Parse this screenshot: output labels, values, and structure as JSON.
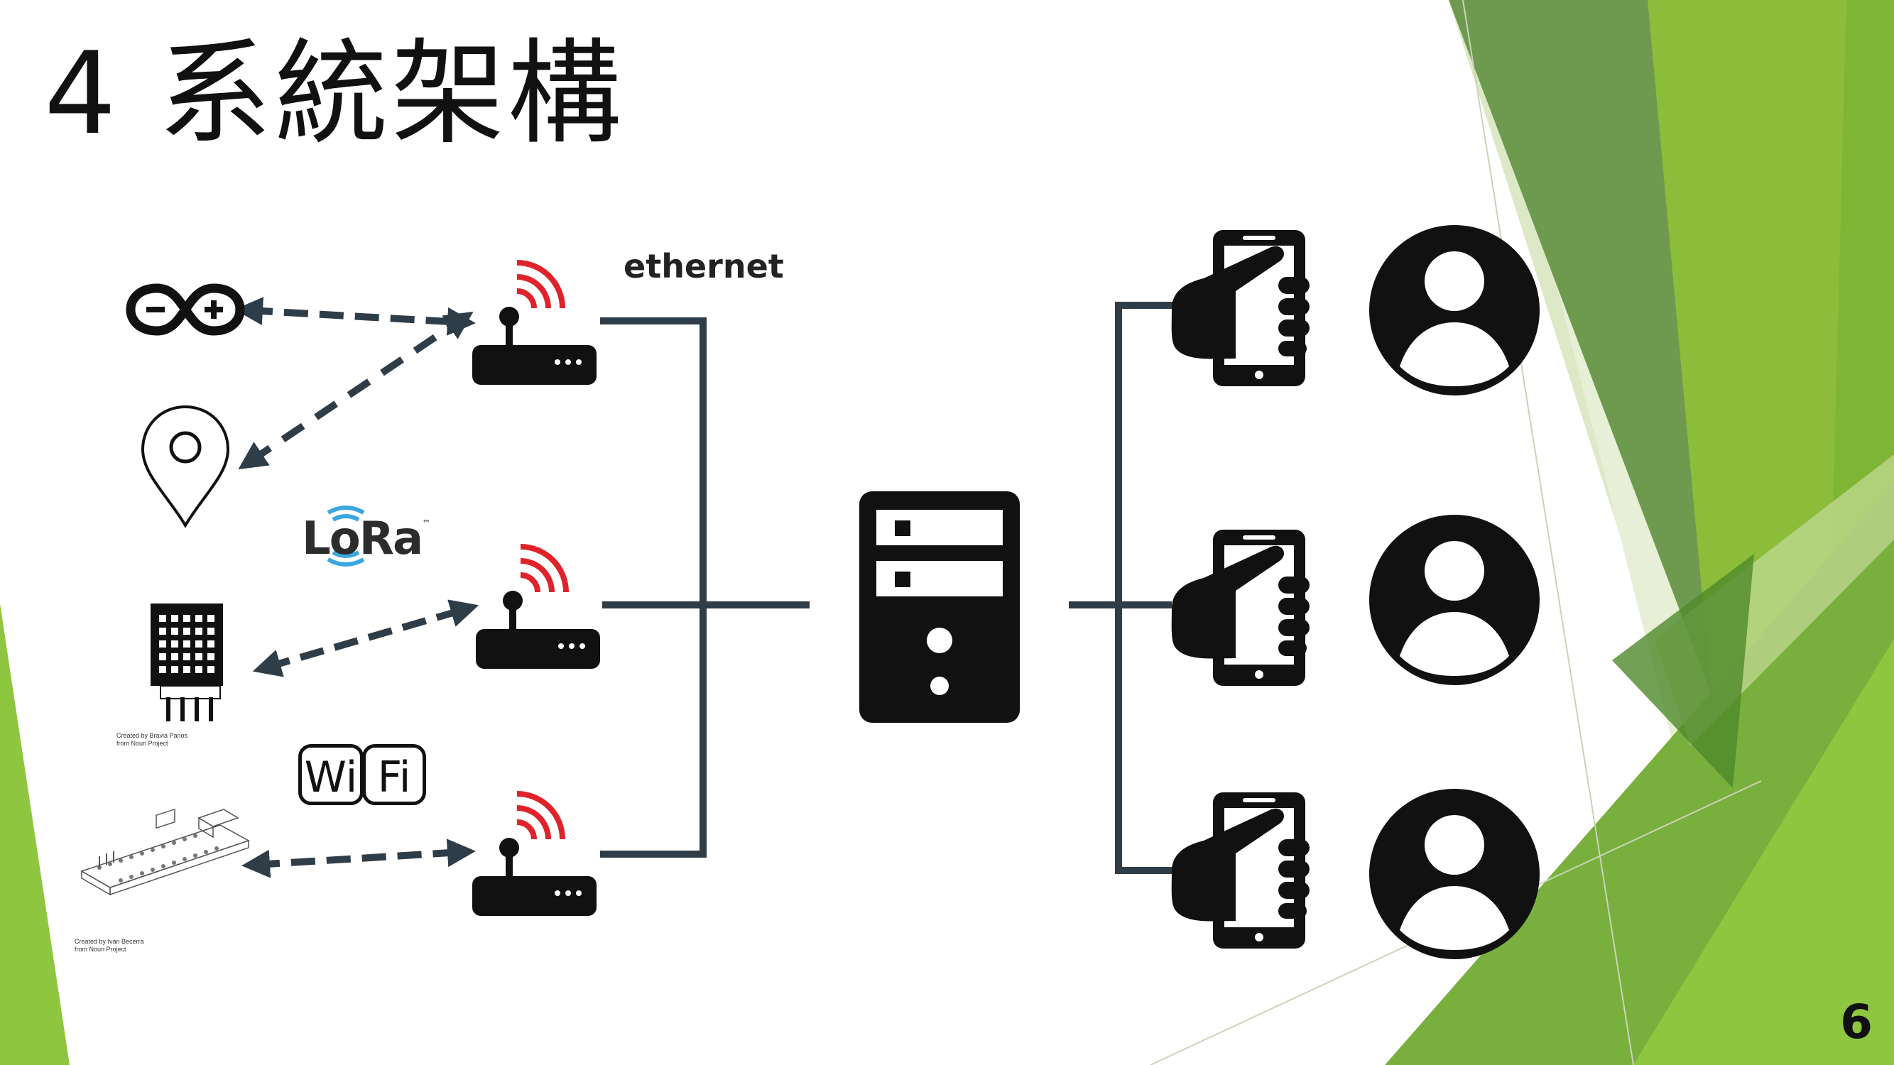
{
  "slide": {
    "title": "4 系統架構",
    "page_number": "6",
    "link_label": "ethernet",
    "lora_label": "LoRa",
    "lora_tm": "™",
    "wifi_label": [
      "Wi",
      "Fi"
    ],
    "credits": {
      "sensor": [
        "Created by Bravia Panos",
        "from Noun Project"
      ],
      "board": [
        "Created by Ivan Becerra",
        "from Noun Project"
      ]
    }
  },
  "colors": {
    "green_dark": "#6e9a4f",
    "green_mid": "#8bbd3a",
    "green_light": "#dde8c6",
    "arrow": "#2f3d48",
    "line": "#2f3d48",
    "signal": "#e0232b",
    "lora_wave": "#3aa7e0"
  },
  "icons": [
    "arduino-icon",
    "location-pin-icon",
    "lora-logo-icon",
    "temperature-sensor-icon",
    "wifi-logo-icon",
    "dev-board-icon",
    "router-icon",
    "server-icon",
    "phone-in-hand-icon",
    "user-avatar-icon"
  ]
}
